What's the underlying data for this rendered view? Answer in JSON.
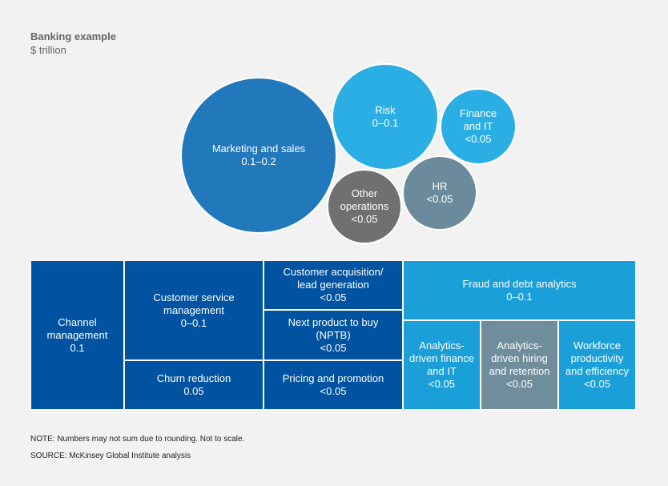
{
  "header": {
    "title": "Banking example",
    "subtitle": "$ trillion"
  },
  "bubbles": [
    {
      "key": "marketing",
      "lines": [
        "Marketing and sales",
        "0.1–0.2"
      ],
      "color": "#2178ba"
    },
    {
      "key": "risk",
      "lines": [
        "Risk",
        "0–0.1"
      ],
      "color": "#2aaee4"
    },
    {
      "key": "finance",
      "lines": [
        "Finance",
        "and IT",
        "<0.05"
      ],
      "color": "#2aaee4"
    },
    {
      "key": "hr",
      "lines": [
        "HR",
        "<0.05"
      ],
      "color": "#6b8b9c"
    },
    {
      "key": "other",
      "lines": [
        "Other",
        "operations",
        "<0.05"
      ],
      "color": "#707070"
    }
  ],
  "treemap": [
    {
      "key": "channel",
      "label": "Channel\nmanagement\n0.1",
      "color": "#0053a0"
    },
    {
      "key": "customer_service",
      "label": "Customer service\nmanagement\n0–0.1",
      "color": "#0053a0"
    },
    {
      "key": "churn",
      "label": "Churn reduction\n0.05",
      "color": "#0053a0"
    },
    {
      "key": "acquisition",
      "label": "Customer acquisition/\nlead generation\n<0.05",
      "color": "#0053a0"
    },
    {
      "key": "nptb",
      "label": "Next product to buy\n(NPTB)\n<0.05",
      "color": "#0053a0"
    },
    {
      "key": "pricing",
      "label": "Pricing and promotion\n<0.05",
      "color": "#0053a0"
    },
    {
      "key": "fraud",
      "label": "Fraud and debt analytics\n0–0.1",
      "color": "#1b9fd8"
    },
    {
      "key": "finance_it",
      "label": "Analytics-\ndriven finance\nand IT\n<0.05",
      "color": "#1b9fd8"
    },
    {
      "key": "hiring",
      "label": "Analytics-\ndriven hiring\nand retention\n<0.05",
      "color": "#6f8d9b"
    },
    {
      "key": "workforce",
      "label": "Workforce\nproductivity\nand efficiency\n<0.05",
      "color": "#1b9fd8"
    }
  ],
  "footer": {
    "note": "NOTE: Numbers may not sum due to rounding. Not to scale.",
    "source": "SOURCE:  McKinsey Global Institute analysis"
  }
}
